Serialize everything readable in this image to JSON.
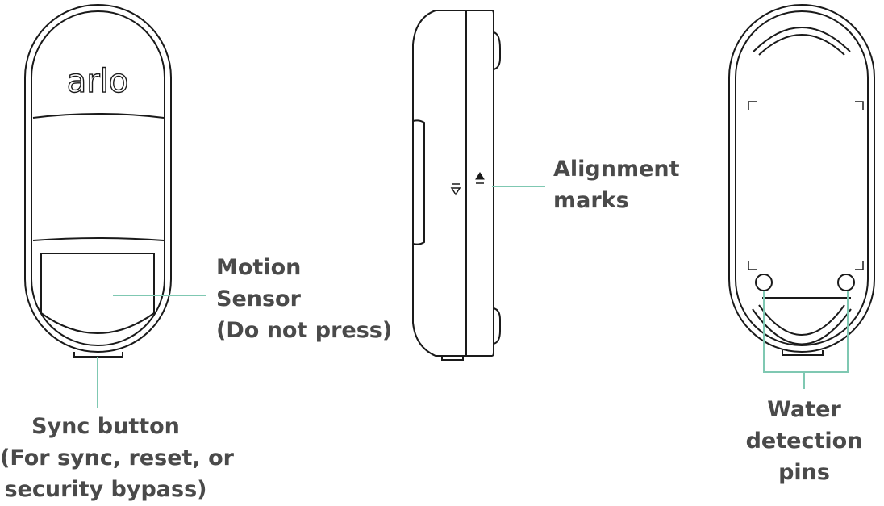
{
  "diagram": {
    "accent_color": "#7fc8b2",
    "outline_color": "#1a1a1a",
    "text_color": "#4a4a4a"
  },
  "front_view": {
    "logo_text": "arlo"
  },
  "callouts": {
    "motion_sensor": [
      "Motion",
      "Sensor",
      "(Do not press)"
    ],
    "sync_button": [
      "Sync button",
      "(For sync, reset, or",
      "security bypass)"
    ],
    "alignment_marks": [
      "Alignment",
      "marks"
    ],
    "water_pins": [
      "Water",
      "detection",
      "pins"
    ]
  }
}
